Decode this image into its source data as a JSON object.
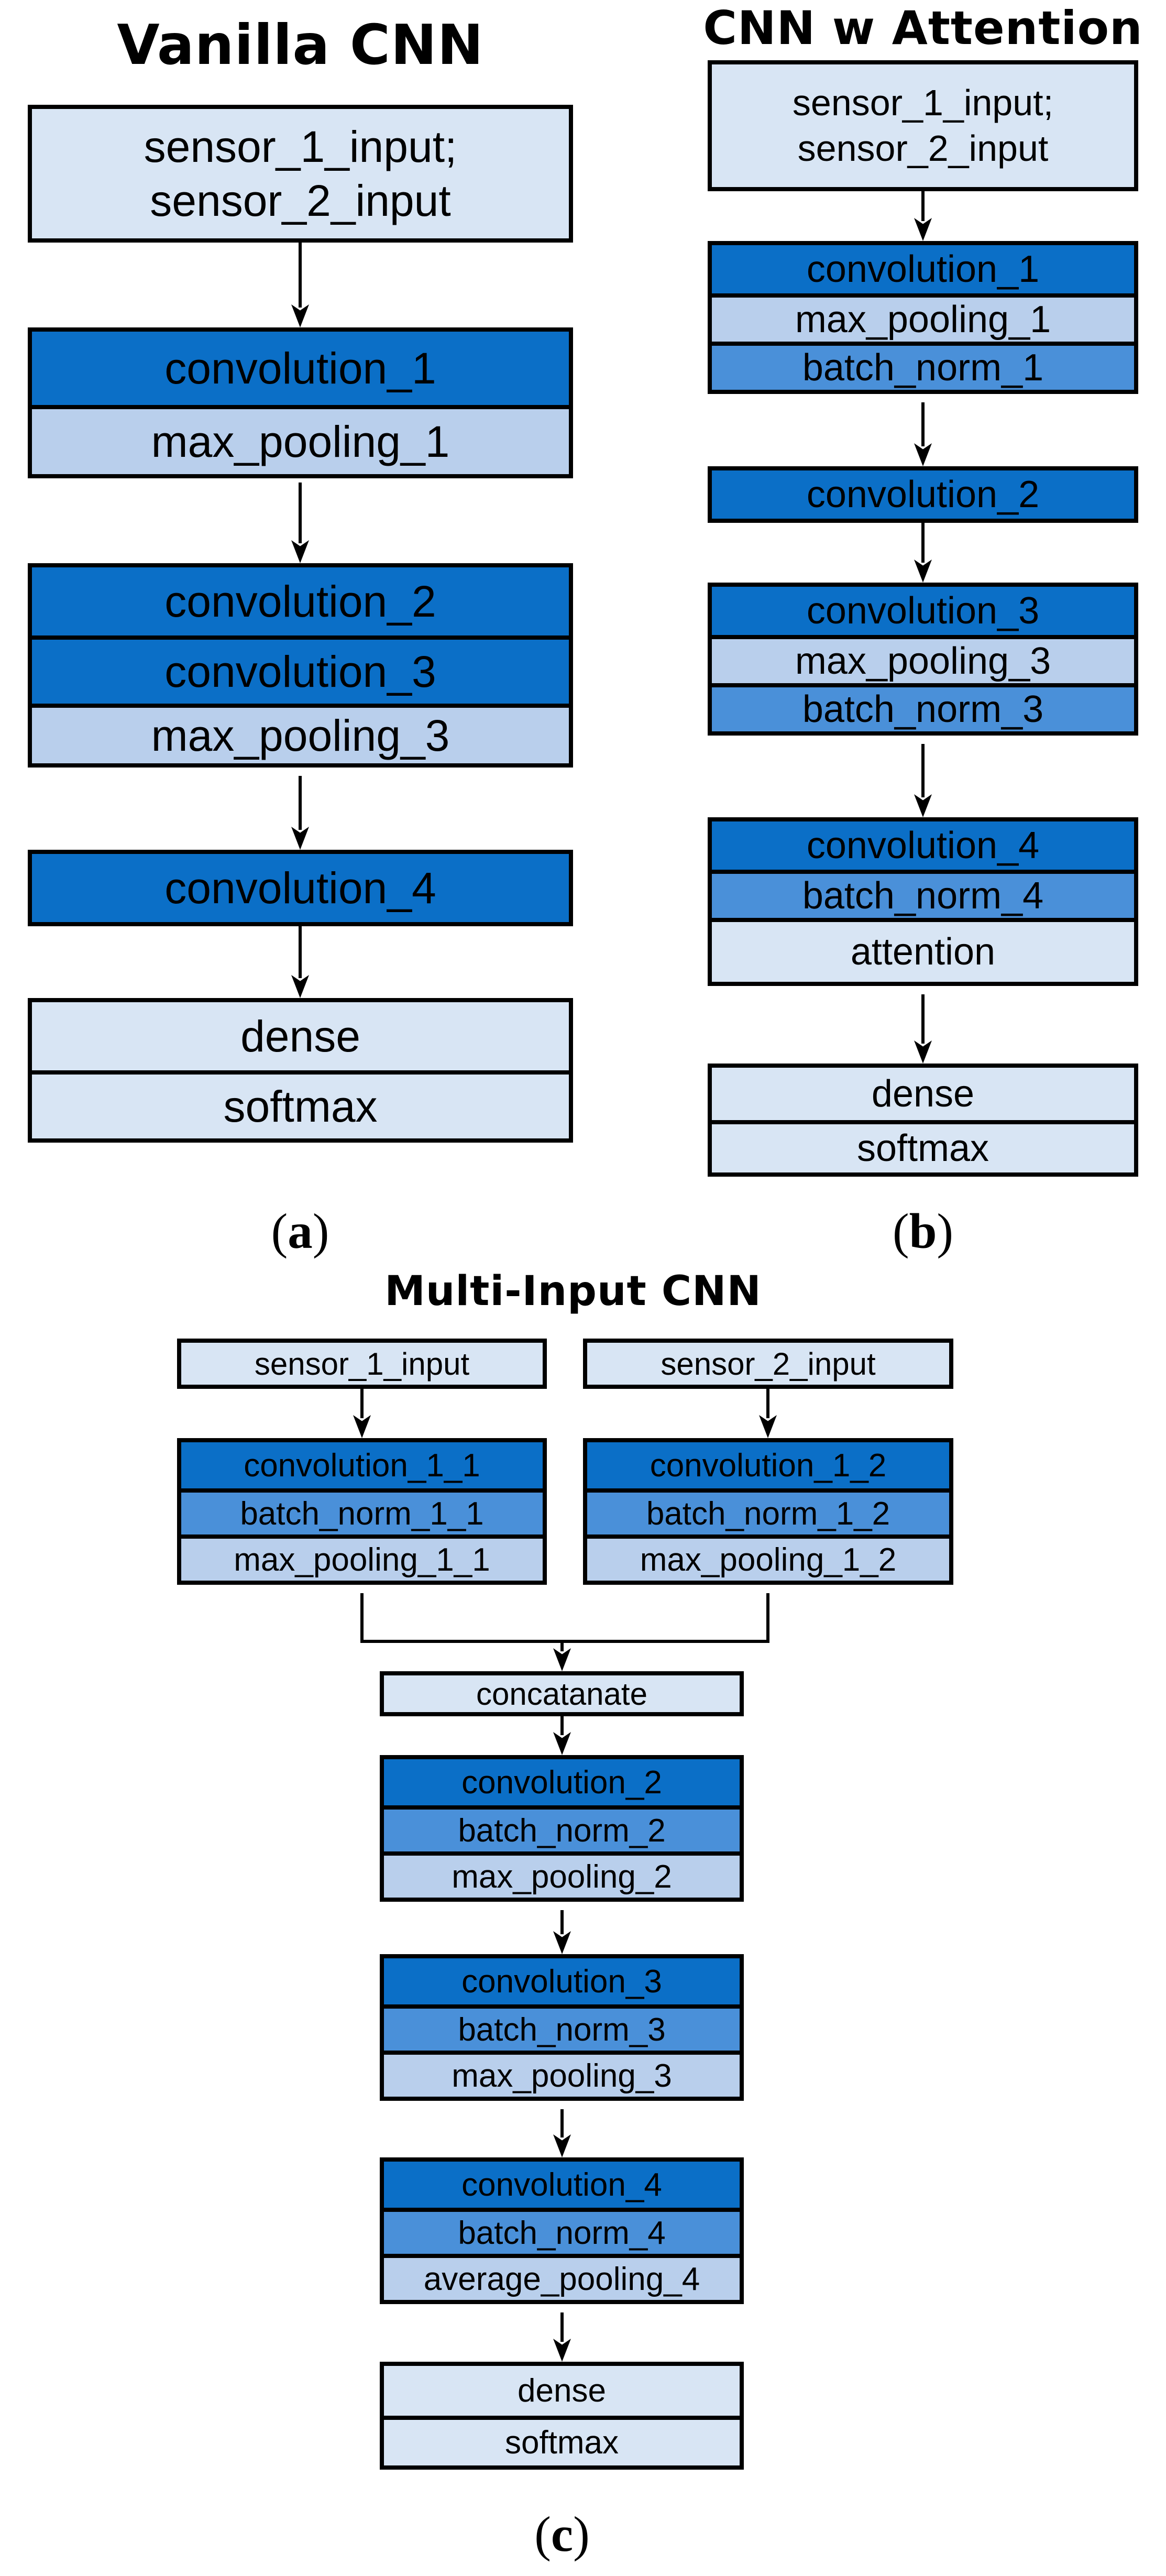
{
  "palette": {
    "conv": "#0B6FC7",
    "bn": "#4A90D9",
    "pool": "#B9CFEC",
    "io": "#D8E5F4",
    "line": "#000000",
    "page_bg": "#FFFFFF"
  },
  "vanilla": {
    "title": "Vanilla CNN",
    "input": {
      "line1": "sensor_1_input;",
      "line2": "sensor_2_input"
    },
    "layers": {
      "conv1": "convolution_1",
      "pool1": "max_pooling_1",
      "conv2": "convolution_2",
      "conv3": "convolution_3",
      "pool3": "max_pooling_3",
      "conv4": "convolution_4",
      "dense": "dense",
      "softmax": "softmax"
    },
    "caption": {
      "open": "(",
      "letter": "a",
      "close": ")"
    }
  },
  "attention": {
    "title": "CNN w Attention",
    "input": {
      "line1": "sensor_1_input;",
      "line2": "sensor_2_input"
    },
    "layers": {
      "conv1": "convolution_1",
      "pool1": "max_pooling_1",
      "bn1": "batch_norm_1",
      "conv2": "convolution_2",
      "conv3": "convolution_3",
      "pool3": "max_pooling_3",
      "bn3": "batch_norm_3",
      "conv4": "convolution_4",
      "bn4": "batch_norm_4",
      "attention": "attention",
      "dense": "dense",
      "softmax": "softmax"
    },
    "caption": {
      "open": "(",
      "letter": "b",
      "close": ")"
    }
  },
  "multi": {
    "title": "Multi-Input CNN",
    "input1": "sensor_1_input",
    "input2": "sensor_2_input",
    "layers": {
      "conv11": "convolution_1_1",
      "bn11": "batch_norm_1_1",
      "pool11": "max_pooling_1_1",
      "conv12": "convolution_1_2",
      "bn12": "batch_norm_1_2",
      "pool12": "max_pooling_1_2",
      "concat": "concatanate",
      "conv2": "convolution_2",
      "bn2": "batch_norm_2",
      "pool2": "max_pooling_2",
      "conv3": "convolution_3",
      "bn3": "batch_norm_3",
      "pool3": "max_pooling_3",
      "conv4": "convolution_4",
      "bn4": "batch_norm_4",
      "avgpool4": "average_pooling_4",
      "dense": "dense",
      "softmax": "softmax"
    },
    "caption": {
      "open": "(",
      "letter": "c",
      "close": ")"
    }
  }
}
